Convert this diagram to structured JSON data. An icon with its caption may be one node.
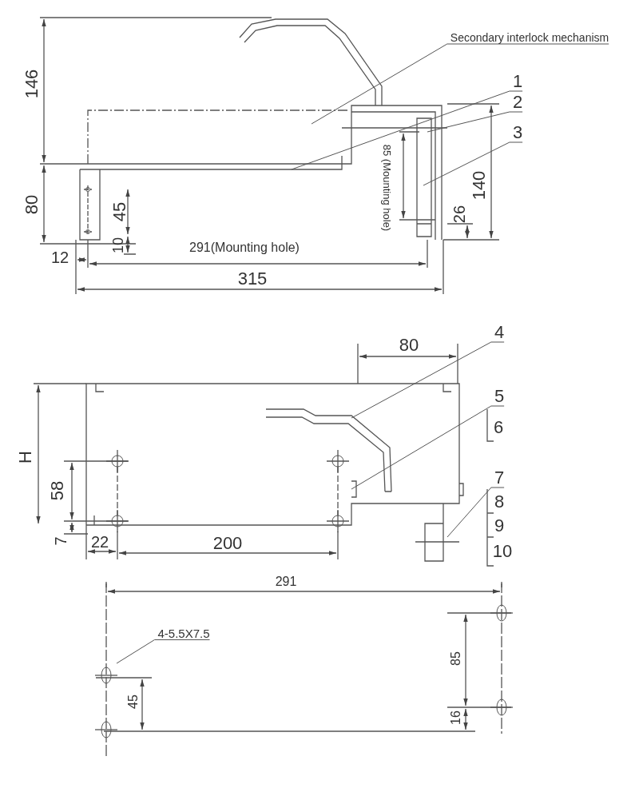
{
  "diagram": {
    "nodes": [
      {
        "text": [
          "Secondary interlock mechanism"
        ]
      },
      {
        "text": [
          "1"
        ]
      },
      {
        "text": [
          "2"
        ]
      },
      {
        "text": [
          "3"
        ]
      },
      {
        "text": [
          "4"
        ]
      },
      {
        "text": [
          "5"
        ]
      },
      {
        "text": [
          "7"
        ]
      },
      {
        "text": [
          "4-5.5X7.5"
        ]
      }
    ],
    "edges": [
      {
        "from": 0,
        "to": null,
        "arrow": "none"
      },
      {
        "from": 1,
        "to": null,
        "arrow": "none"
      },
      {
        "from": 2,
        "to": null,
        "arrow": "none"
      },
      {
        "from": 3,
        "to": null,
        "arrow": "none"
      },
      {
        "from": 4,
        "to": null,
        "arrow": "none"
      },
      {
        "from": 5,
        "to": null,
        "arrow": "none"
      },
      {
        "from": 6,
        "to": null,
        "arrow": "none"
      },
      {
        "from": 7,
        "to": null,
        "arrow": "none"
      }
    ],
    "labels": [
      "146",
      "80",
      "45",
      "10",
      "12",
      "291(Mounting hole)",
      "315",
      "85 (Mounting hole)",
      "26",
      "140",
      "80",
      "6",
      "H",
      "58",
      "8",
      "9",
      "10",
      "7",
      "22",
      "200",
      "291",
      "85",
      "45",
      "16"
    ]
  }
}
